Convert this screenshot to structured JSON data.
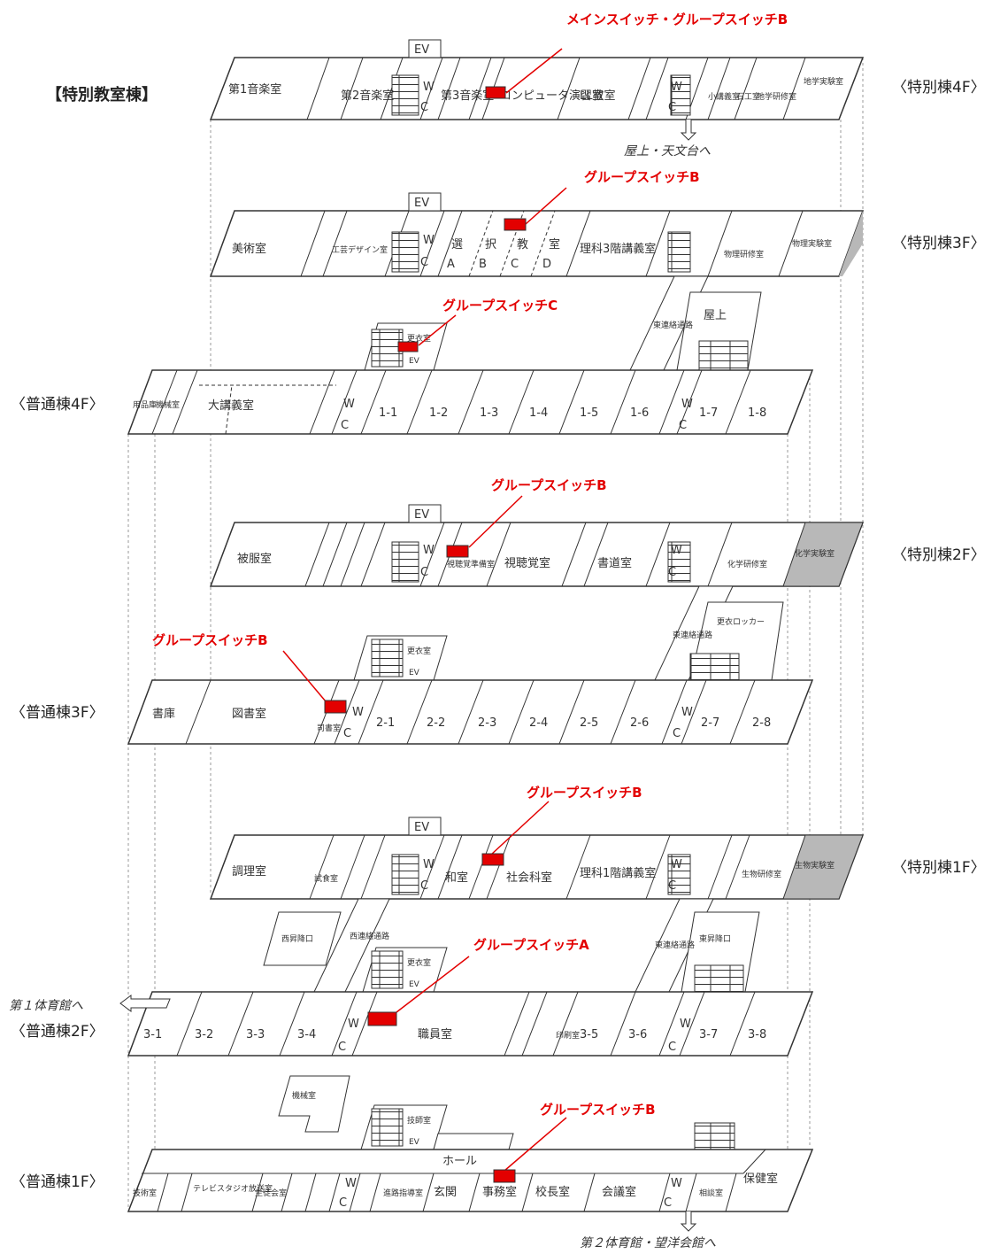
{
  "title": "【特別教室棟】",
  "floor_labels": {
    "s4": "〈特別棟4F〉",
    "s3": "〈特別棟3F〉",
    "s2": "〈特別棟2F〉",
    "s1": "〈特別棟1F〉",
    "n4": "〈普通棟4F〉",
    "n3": "〈普通棟3F〉",
    "n2": "〈普通棟2F〉",
    "n1": "〈普通棟1F〉"
  },
  "notes": {
    "rooftop": "屋上・天文台へ",
    "gym1": "第１体育館へ",
    "gym2": "第２体育館・望洋会館へ"
  },
  "switches": {
    "s4": "メインスイッチ・グループスイッチB",
    "s3": "グループスイッチB",
    "n4": "グループスイッチC",
    "s2": "グループスイッチB",
    "n3": "グループスイッチB",
    "s1": "グループスイッチB",
    "n2": "グループスイッチA",
    "n1": "グループスイッチB"
  },
  "ev": "EV",
  "wc": [
    "W",
    "C"
  ],
  "rooms": {
    "s4": [
      "第1音楽室",
      "第2音楽室",
      "第3音楽室",
      "コンピュータ演習室",
      "LL教室",
      "小講義室",
      "石工室",
      "地学研修室",
      "地学実験室"
    ],
    "s3": [
      "美術室",
      "工芸デザイン室",
      "選",
      "択",
      "教",
      "室",
      "A",
      "B",
      "C",
      "D",
      "理科3階講義室",
      "物理研修室",
      "物理実験室"
    ],
    "conn": [
      "東連絡通路",
      "屋上",
      "更衣ロッカー",
      "西連絡通路",
      "西昇降口",
      "東昇降口",
      "更衣室",
      "技師室",
      "機械室",
      "ホール"
    ],
    "n4": [
      "用品庫",
      "機械室",
      "大講義室",
      "1-1",
      "1-2",
      "1-3",
      "1-4",
      "1-5",
      "1-6",
      "1-7",
      "1-8"
    ],
    "s2": [
      "被服室",
      "視聴覚準備室",
      "視聴覚室",
      "書道室",
      "化学研修室",
      "化学実験室"
    ],
    "n3": [
      "書庫",
      "図書室",
      "司書室",
      "2-1",
      "2-2",
      "2-3",
      "2-4",
      "2-5",
      "2-6",
      "2-7",
      "2-8"
    ],
    "s1": [
      "調理室",
      "試食室",
      "和室",
      "社会科室",
      "理科1階講義室",
      "生物研修室",
      "生物実験室"
    ],
    "n2": [
      "3-1",
      "3-2",
      "3-3",
      "3-4",
      "職員室",
      "印刷室",
      "3-5",
      "3-6",
      "3-7",
      "3-8"
    ],
    "n1": [
      "技術室",
      "テレビスタジオ放送室",
      "生徒会室",
      "進路指導室",
      "玄関",
      "事務室",
      "校長室",
      "会議室",
      "相談室",
      "保健室"
    ]
  },
  "colors": {
    "switch": "#e30000",
    "line": "#333333",
    "shade": "#b8b8b8"
  }
}
